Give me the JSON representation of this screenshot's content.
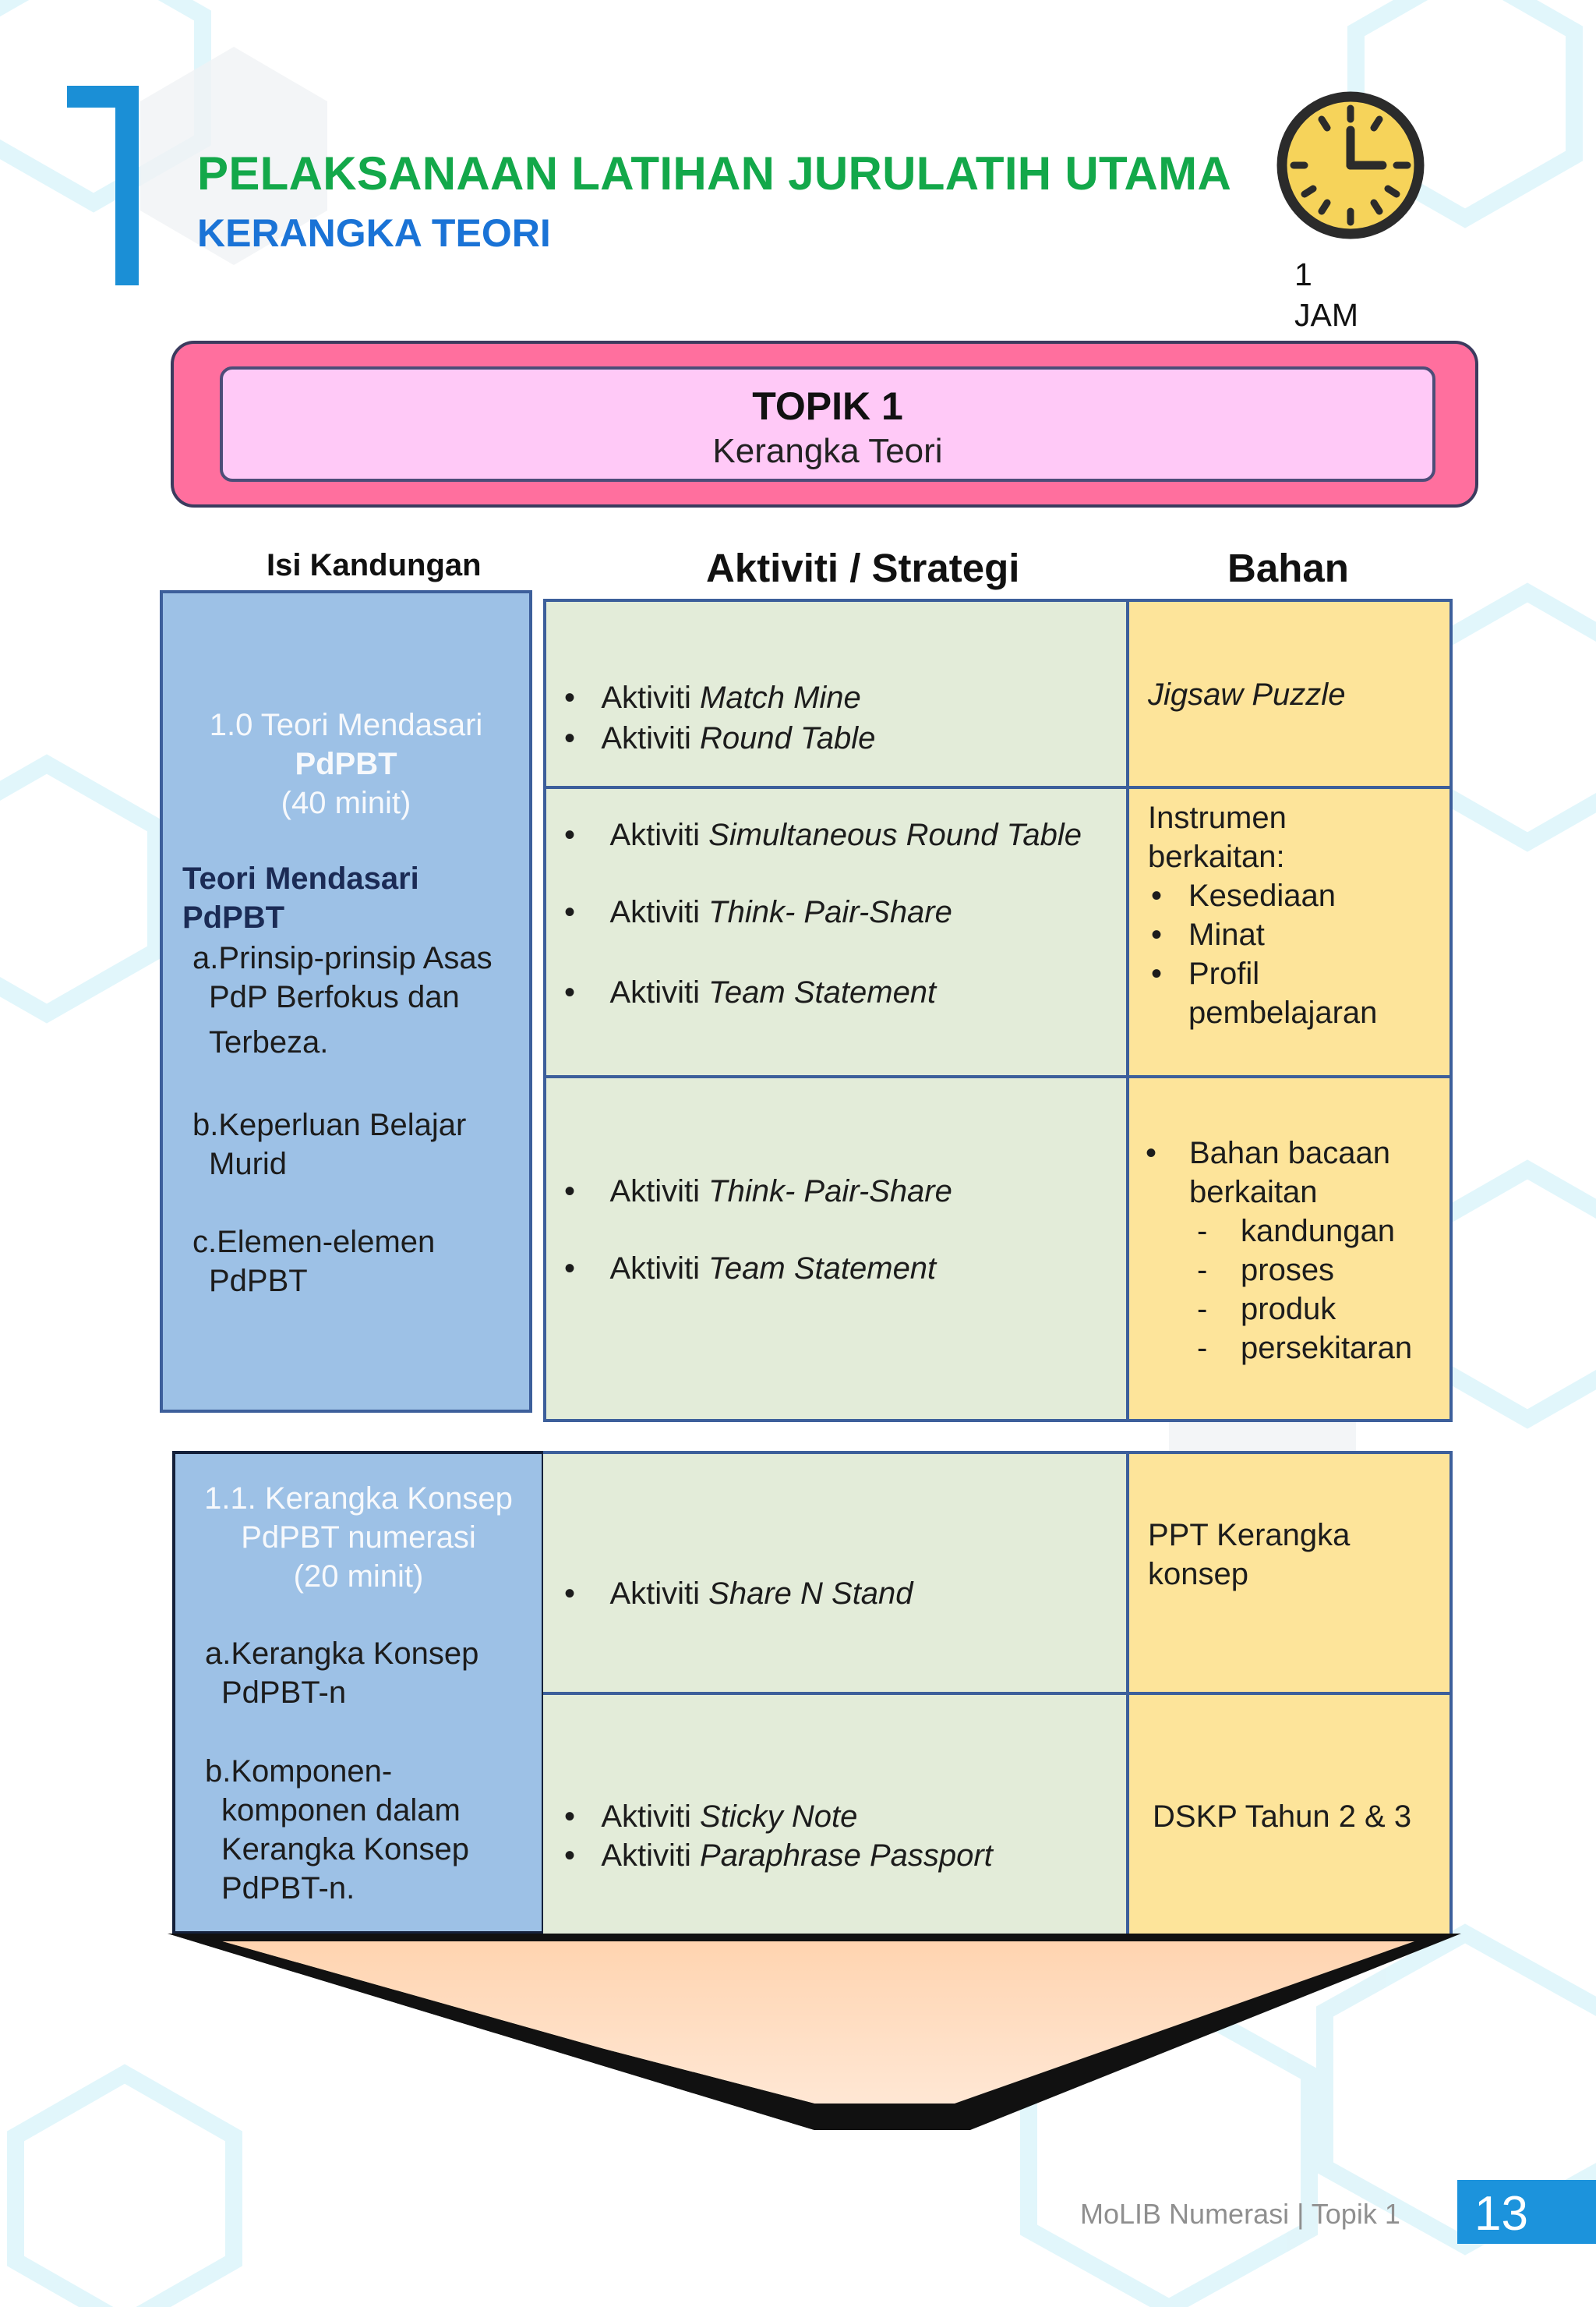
{
  "header": {
    "title": "PELAKSANAAN LATIHAN JURULATIH UTAMA",
    "subtitle": "KERANGKA TEORI",
    "duration_number": "1",
    "duration_unit": "JAM",
    "clock_icon": "clock-icon"
  },
  "banner": {
    "title": "TOPIK 1",
    "subtitle": "Kerangka Teori"
  },
  "columns": {
    "isi": "Isi Kandungan",
    "aktiviti": "Aktiviti / Strategi",
    "bahan": "Bahan"
  },
  "section1": {
    "heading_line1": "1.0 Teori  Mendasari",
    "heading_line2": "PdPBT",
    "heading_line3": "(40 minit)",
    "sub_heading_line1": "Teori Mendasari",
    "sub_heading_line2": "PdPBT",
    "item_a_line1": "a.Prinsip-prinsip Asas",
    "item_a_line2": "PdP Berfokus dan",
    "item_a_line3": "Terbeza.",
    "item_b_line1": "b.Keperluan Belajar",
    "item_b_line2": "Murid",
    "item_c_line1": "c.Elemen-elemen",
    "item_c_line2": "PdPBT",
    "rows": [
      {
        "activities": [
          {
            "prefix": "Aktiviti ",
            "name": "Match Mine"
          },
          {
            "prefix": "Aktiviti ",
            "name": "Round Table"
          }
        ],
        "bahan_italic": "Jigsaw Puzzle"
      },
      {
        "activities": [
          {
            "prefix": "Aktiviti ",
            "name": "Simultaneous Round Table"
          },
          {
            "prefix": "Aktiviti ",
            "name": "Think- Pair-Share"
          },
          {
            "prefix": "Aktiviti ",
            "name": "Team Statement"
          }
        ],
        "bahan_intro_line1": "Instrumen",
        "bahan_intro_line2": "berkaitan:",
        "bahan_list": [
          "Kesediaan",
          "Minat",
          "Profil",
          "pembelajaran"
        ]
      },
      {
        "activities": [
          {
            "prefix": "Aktiviti ",
            "name": "Think- Pair-Share"
          },
          {
            "prefix": "Aktiviti ",
            "name": "Team Statement"
          }
        ],
        "bahan_intro_line1": "Bahan bacaan",
        "bahan_intro_line2": "berkaitan",
        "bahan_list": [
          "kandungan",
          "proses",
          "produk",
          "persekitaran"
        ]
      }
    ]
  },
  "section2": {
    "heading_line1": "1.1. Kerangka Konsep",
    "heading_line2": "PdPBT numerasi",
    "heading_line3": "(20 minit)",
    "item_a_line1": "a.Kerangka Konsep",
    "item_a_line2": "PdPBT-n",
    "item_b_line1": "b.Komponen-",
    "item_b_line2": "komponen dalam",
    "item_b_line3": "Kerangka Konsep",
    "item_b_line4": "PdPBT-n.",
    "rows": [
      {
        "activities": [
          {
            "prefix": "Aktiviti ",
            "name": "Share N Stand"
          }
        ],
        "bahan_line1": "PPT Kerangka",
        "bahan_line2": "konsep"
      },
      {
        "activities": [
          {
            "prefix": "Aktiviti ",
            "name": "Sticky Note"
          },
          {
            "prefix": "Aktiviti ",
            "name": "Paraphrase Passport"
          }
        ],
        "bahan_line1": "DSKP Tahun 2 & 3"
      }
    ]
  },
  "footer": {
    "text": "MoLIB Numerasi | Topik 1",
    "page": "13"
  },
  "colors": {
    "title_green": "#13a84a",
    "subtitle_blue": "#1a73d6",
    "banner_pink": "#ff6f9e",
    "banner_inner": "#ffc9f7",
    "cell_blue": "#9dc1e6",
    "cell_green": "#e3ecd9",
    "cell_yellow": "#fde49a",
    "page_box": "#1c93dc"
  }
}
